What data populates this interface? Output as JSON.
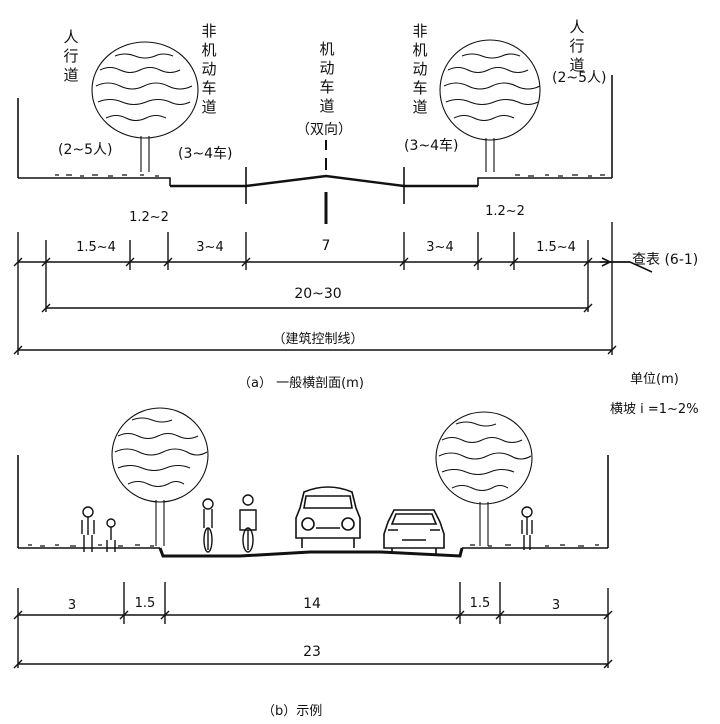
{
  "section_a": {
    "lanes": {
      "sidewalk_left": "人行道",
      "bike_left": "非机动车道",
      "motor": "机动车道",
      "bike_right": "非机动车道",
      "sidewalk_right": "人行道"
    },
    "capacity": {
      "sidewalk_left": "(2~5人)",
      "bike_left": "(3~4车)",
      "motor": "（双向）",
      "bike_right": "(3~4车)",
      "sidewalk_right": "(2~5人)"
    },
    "dims": {
      "sidewalk_left": "1.5~4",
      "tree_left": "1.2~2",
      "bike_left": "3~4",
      "motor": "7",
      "bike_right": "3~4",
      "tree_right": "1.2~2",
      "sidewalk_right": "1.5~4",
      "red_line": "20~30",
      "building_line": "（建筑控制线）"
    },
    "table_ref": "查表 (6-1)",
    "caption": "（a）  一般横剖面(m)",
    "unit": "单位(m)",
    "slope": "横坡 i =1~2%"
  },
  "section_b": {
    "dims": {
      "sidewalk_left": "3",
      "tree_left": "1.5",
      "road": "14",
      "tree_right": "1.5",
      "sidewalk_right": "3",
      "total": "23"
    },
    "caption": "（b）示例"
  }
}
